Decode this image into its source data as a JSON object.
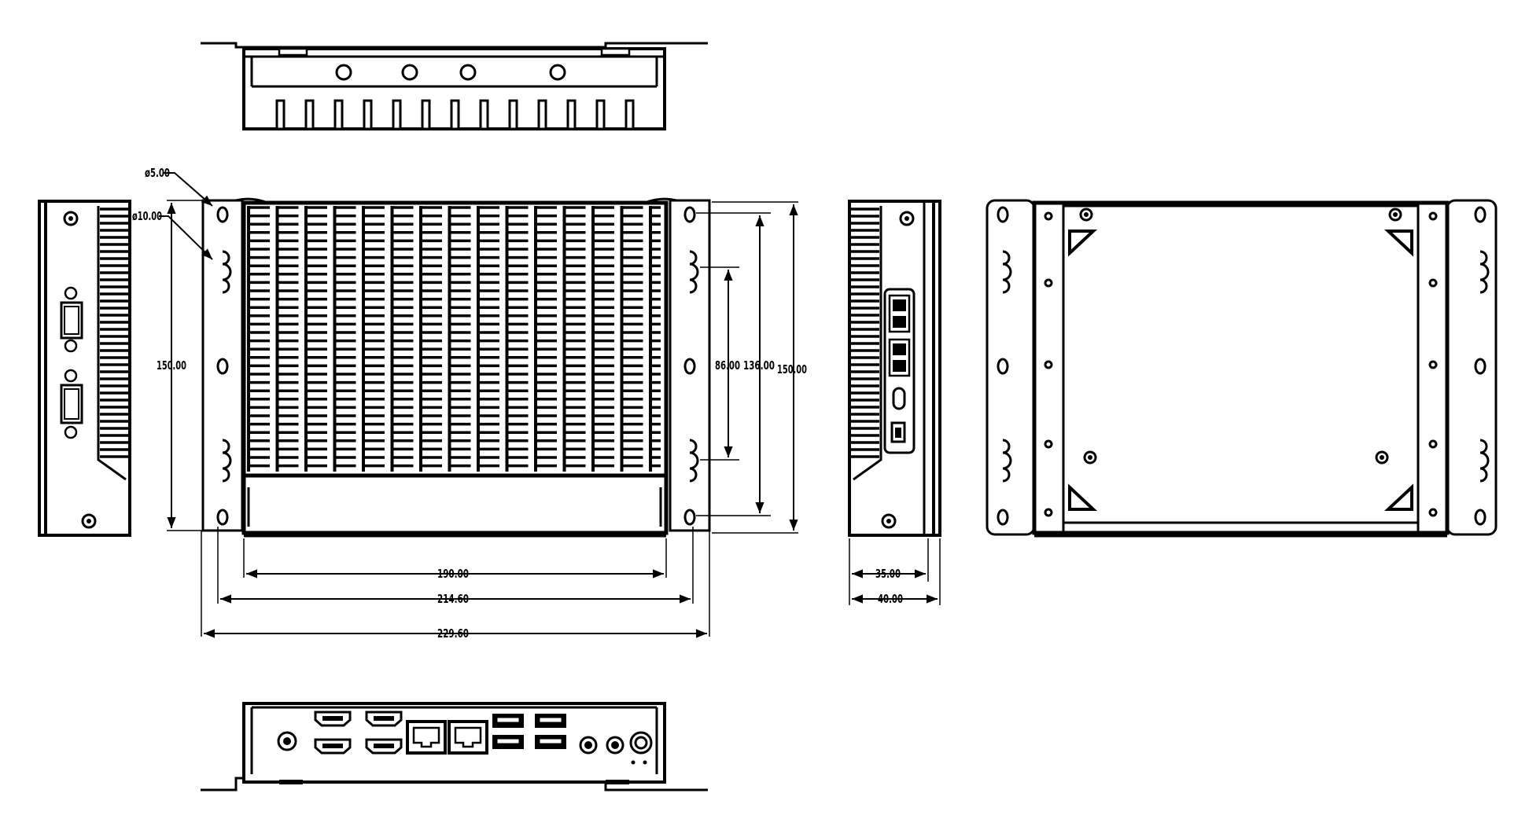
{
  "drawing": {
    "colors": {
      "line": "#000000",
      "background": "#ffffff"
    },
    "annotations": {
      "hole_small": "ø5.00",
      "hole_large": "ø10.00"
    },
    "dimensions": {
      "height_front": "150.00",
      "slot_spacing": "86.00",
      "hole_spacing": "136.00",
      "height_side": "150.00",
      "body_width": "190.00",
      "hole_width": "214.60",
      "overall_width": "229.60",
      "depth_body": "35.00",
      "depth_overall": "40.00"
    },
    "views": [
      {
        "name": "top-view"
      },
      {
        "name": "left-side-view",
        "features": [
          "serial-port",
          "serial-port"
        ]
      },
      {
        "name": "front-view"
      },
      {
        "name": "right-side-view",
        "features": [
          "usb-port",
          "usb-port",
          "usb-c-port",
          "micro-usb-port"
        ]
      },
      {
        "name": "bottom-plate-view"
      },
      {
        "name": "rear-io-view",
        "features": [
          "power-button",
          "hdmi-port",
          "hdmi-port",
          "hdmi-port",
          "hdmi-port",
          "rj45-port",
          "rj45-port",
          "usb-port",
          "usb-port",
          "usb-port",
          "usb-port",
          "audio-jack",
          "audio-jack",
          "dc-jack"
        ]
      }
    ]
  }
}
